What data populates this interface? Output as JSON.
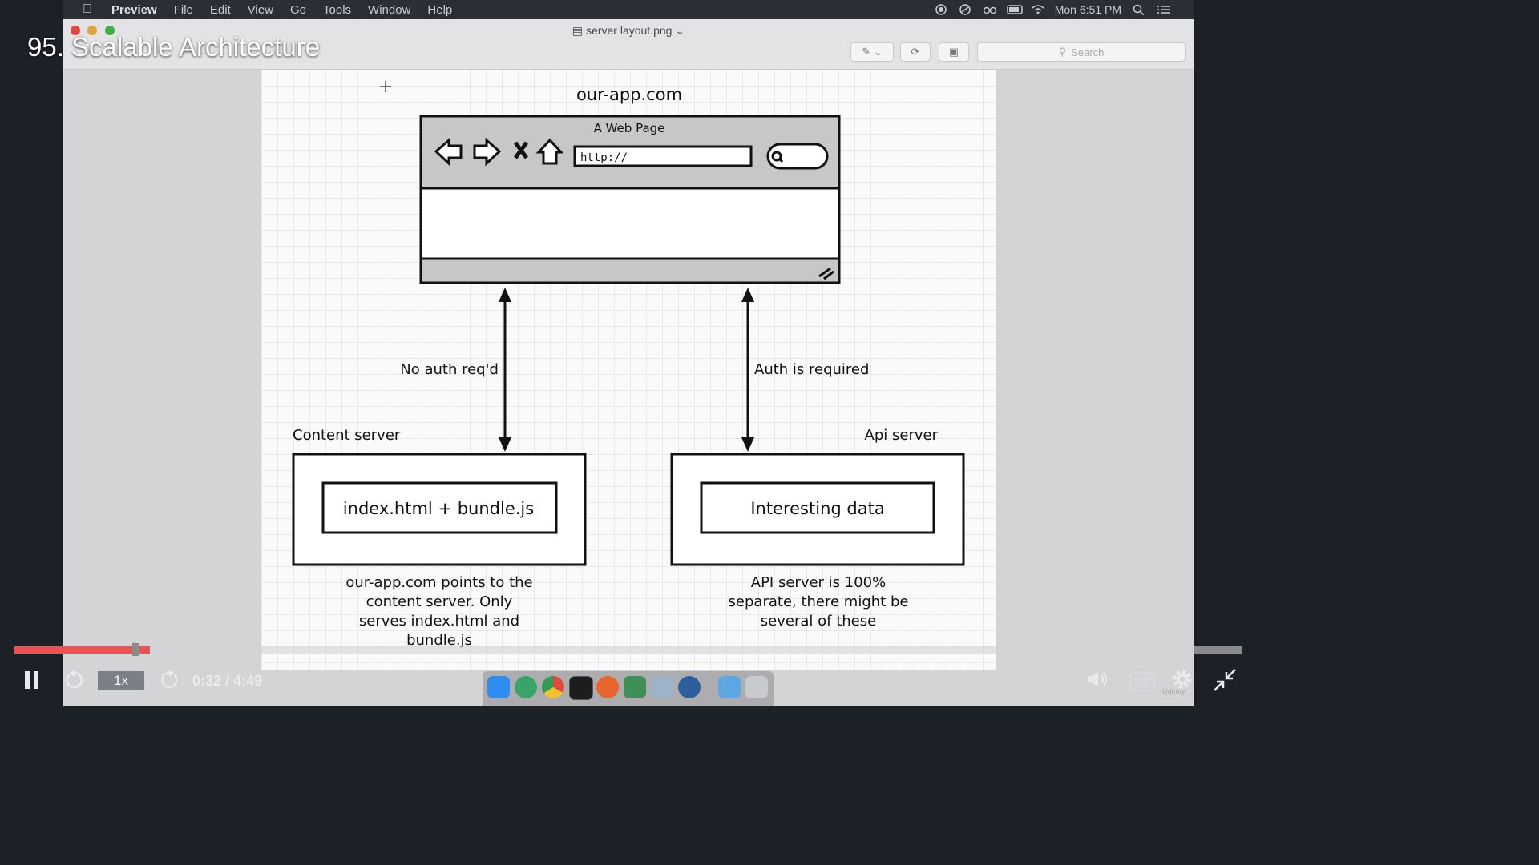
{
  "lecture": {
    "title": "95. Scalable Architecture"
  },
  "menubar": {
    "app_name": "Preview",
    "menus": [
      "File",
      "Edit",
      "View",
      "Go",
      "Tools",
      "Window",
      "Help"
    ],
    "clock": "Mon 6:51 PM"
  },
  "window": {
    "title": "server layout.png",
    "search_placeholder": "Search"
  },
  "diagram": {
    "site": "our-app.com",
    "browser": {
      "title": "A Web Page",
      "url": "http://"
    },
    "left_arrow_label": "No auth req'd",
    "right_arrow_label": "Auth is required",
    "content_server": {
      "label": "Content server",
      "inner": "index.html + bundle.js",
      "caption": [
        "our-app.com points to the",
        "content server.  Only",
        "serves index.html and",
        "bundle.js"
      ]
    },
    "api_server": {
      "label": "Api server",
      "inner": "Interesting data",
      "caption": [
        "API server is 100%",
        "separate, there might be",
        "several of these"
      ]
    }
  },
  "player": {
    "speed": "1x",
    "time": "0:32 / 4:49",
    "cc": "CC",
    "progress": 0.11,
    "watermark": "Udemy"
  },
  "dock": {
    "apps": [
      "finder-icon",
      "atom-icon",
      "chrome-icon",
      "terminal-icon",
      "sketch-icon",
      "sourcetree-icon",
      "preview-icon",
      "quicktime-icon",
      "folder-icon",
      "trash-icon"
    ]
  },
  "colors": {
    "progress": "#ec5252",
    "menubar": "#2b2e34",
    "background": "#1c2027"
  }
}
